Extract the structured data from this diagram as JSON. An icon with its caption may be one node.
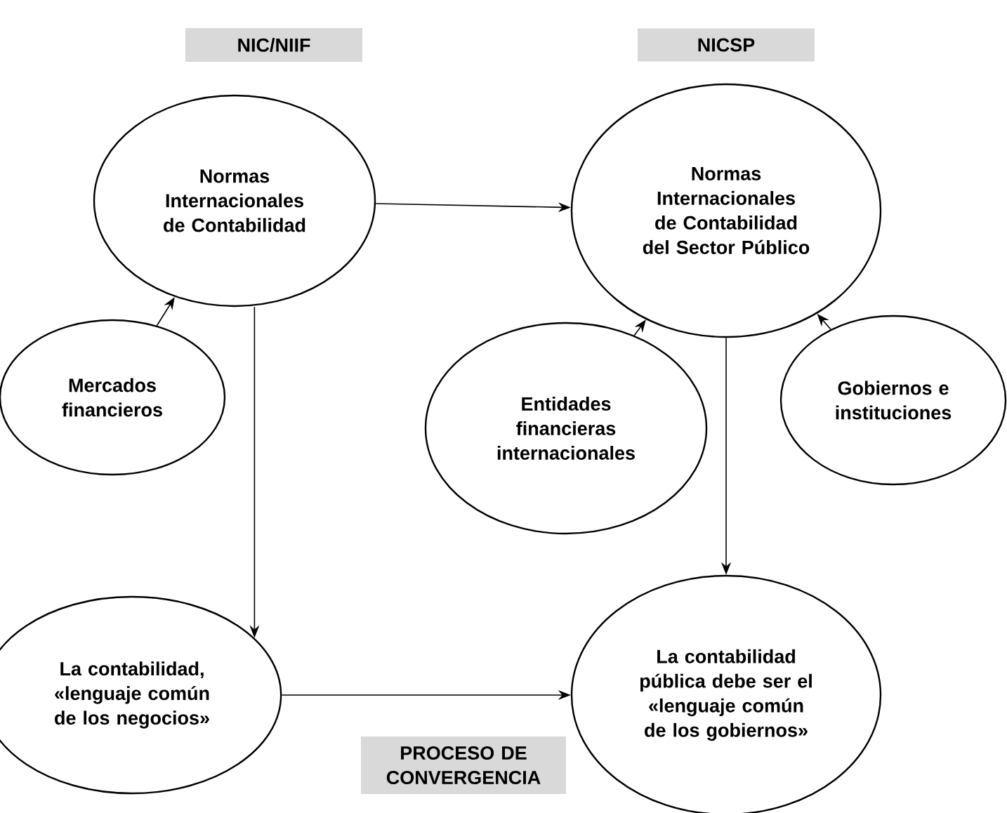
{
  "diagram": {
    "nodes": [
      {
        "text": [
          "NIC/NIIF"
        ]
      },
      {
        "text": [
          "NICSP"
        ]
      },
      {
        "text": [
          "Normas Internacionales de Contabilidad"
        ]
      },
      {
        "text": [
          "Normas Internacionales de Contabilidad del Sector Público"
        ]
      },
      {
        "text": [
          "Mercados financieros"
        ]
      },
      {
        "text": [
          "Entidades financieras internacionales"
        ]
      },
      {
        "text": [
          "Gobiernos e instituciones"
        ]
      },
      {
        "text": [
          "La contabilidad, «lenguaje común de los negocios»"
        ]
      },
      {
        "text": [
          "La contabilidad pública debe ser el «lenguaje común de los gobiernos»"
        ]
      },
      {
        "text": [
          "PROCESO DE CONVERGENCIA"
        ]
      }
    ],
    "edges": [
      {
        "from": 2,
        "to": 3,
        "arrow": "to"
      },
      {
        "from": 4,
        "to": 2,
        "arrow": "to"
      },
      {
        "from": 2,
        "to": 7,
        "arrow": "to"
      },
      {
        "from": 5,
        "to": 3,
        "arrow": "to"
      },
      {
        "from": 6,
        "to": 3,
        "arrow": "to"
      },
      {
        "from": 3,
        "to": 8,
        "arrow": "to"
      },
      {
        "from": 7,
        "to": 8,
        "arrow": "to"
      }
    ]
  }
}
